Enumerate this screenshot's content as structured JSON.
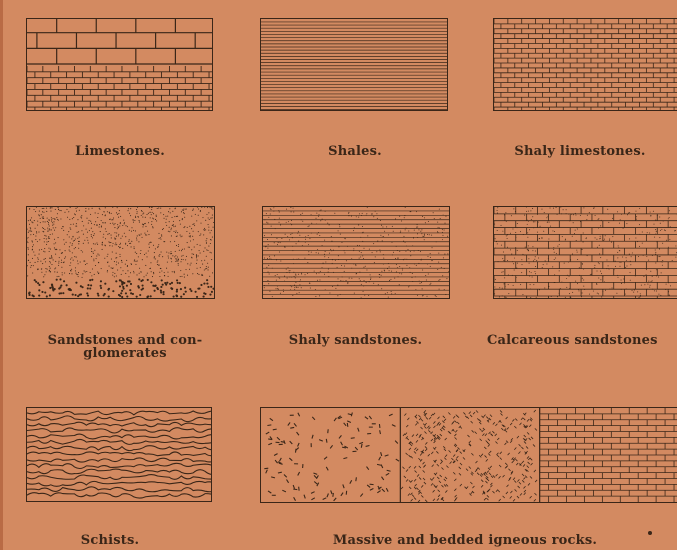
{
  "legend": {
    "limestones": "Limestones.",
    "shales": "Shales.",
    "shaly_limestones": "Shaly limestones.",
    "sandstones_line1": "Sandstones and con-",
    "sandstones_line2": "glomerates",
    "shaly_sandstones": "Shaly sandstones.",
    "calcareous_sandstones": "Calcareous sandstones",
    "schists": "Schists.",
    "igneous": "Massive and bedded igneous rocks."
  },
  "colors": {
    "paper": "#d38a61",
    "ink": "#3a2618"
  }
}
